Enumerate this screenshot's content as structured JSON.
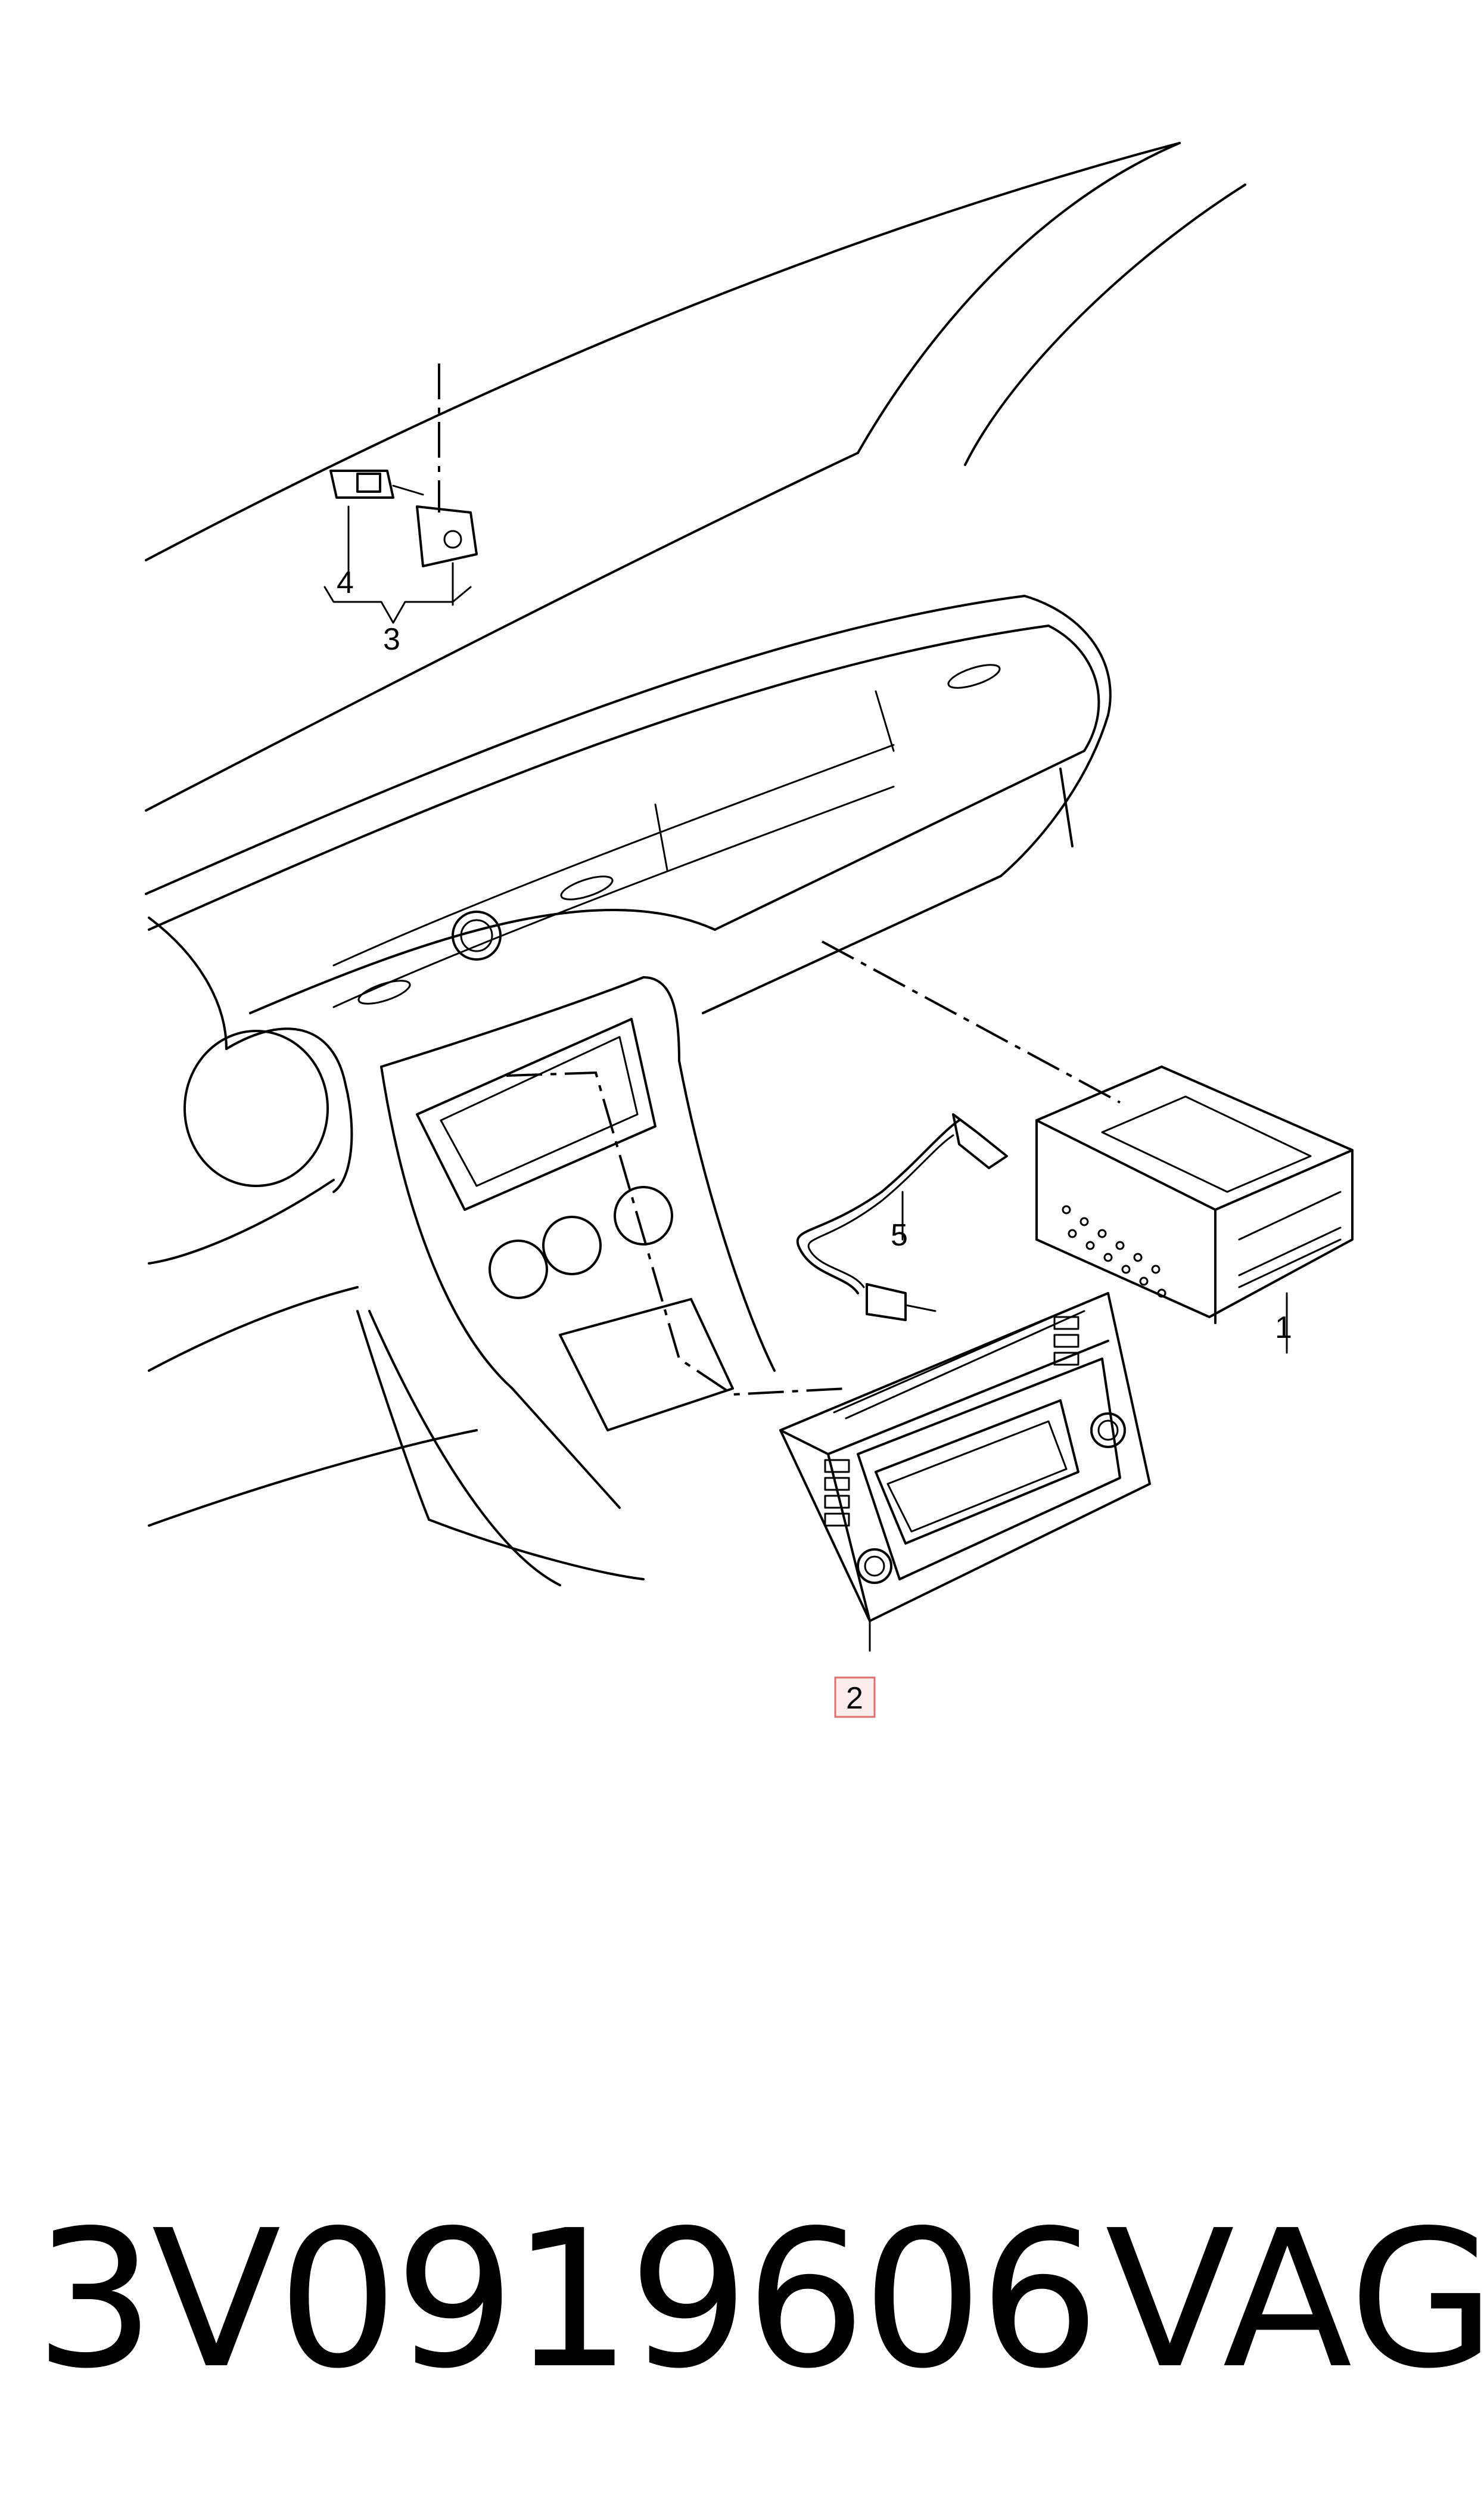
{
  "callouts": {
    "c1": "1",
    "c2": "2",
    "c3": "3",
    "c4": "4",
    "c5": "5"
  },
  "highlighted_callout": "2",
  "footer": {
    "part_number": "3V0919606",
    "brand": "VAG"
  },
  "colors": {
    "line": "#000000",
    "highlight_fill": "#fdecec",
    "highlight_stroke": "#e07070"
  }
}
